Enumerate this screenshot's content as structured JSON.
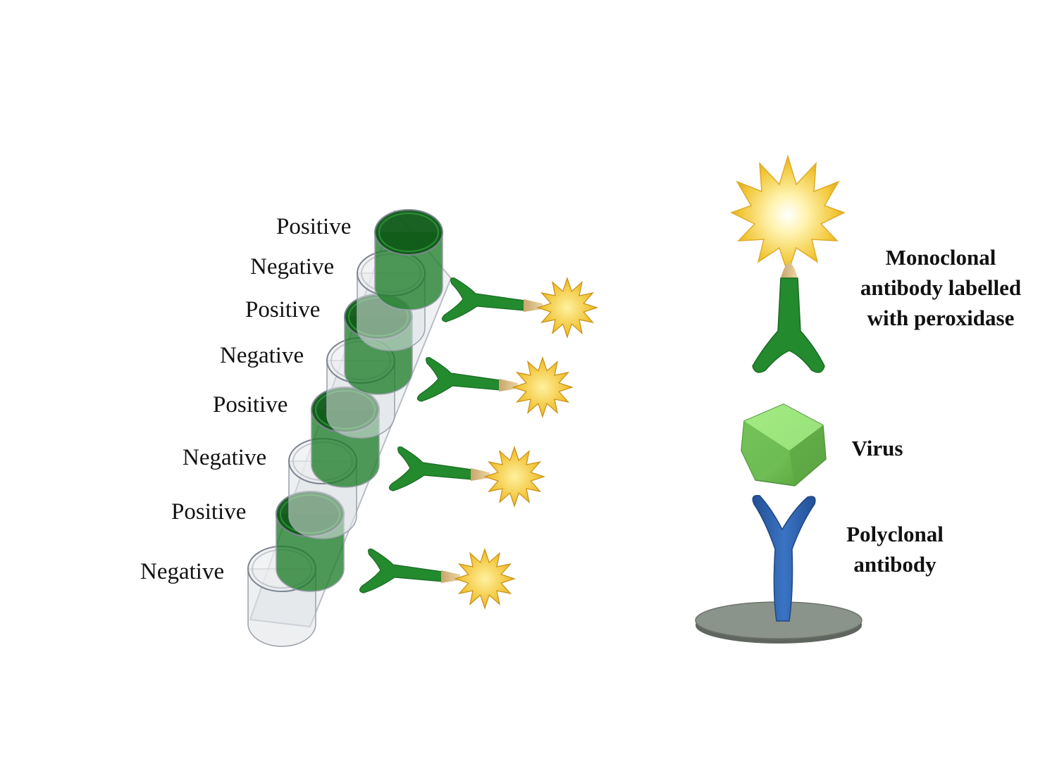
{
  "strip": {
    "wells": [
      {
        "label": "Positive"
      },
      {
        "label": "Negative"
      },
      {
        "label": "Positive"
      },
      {
        "label": "Negative"
      },
      {
        "label": "Positive"
      },
      {
        "label": "Negative"
      },
      {
        "label": "Positive"
      },
      {
        "label": "Negative"
      }
    ]
  },
  "legend": {
    "monoclonal": {
      "lines": [
        "Monoclonal",
        "antibody labelled",
        "with peroxidase"
      ]
    },
    "virus": {
      "lines": [
        "Virus"
      ]
    },
    "polyclonal": {
      "lines": [
        "Polyclonal",
        "antibody"
      ]
    }
  },
  "colors": {
    "positive_fill": "#1f7d2a",
    "antibody_green": "#238a2e",
    "antibody_blue": "#2f63b0",
    "virus_green": "#6fca4e",
    "peroxidase_yellow": "#f2c83a",
    "plate_grey": "#8b948a"
  }
}
